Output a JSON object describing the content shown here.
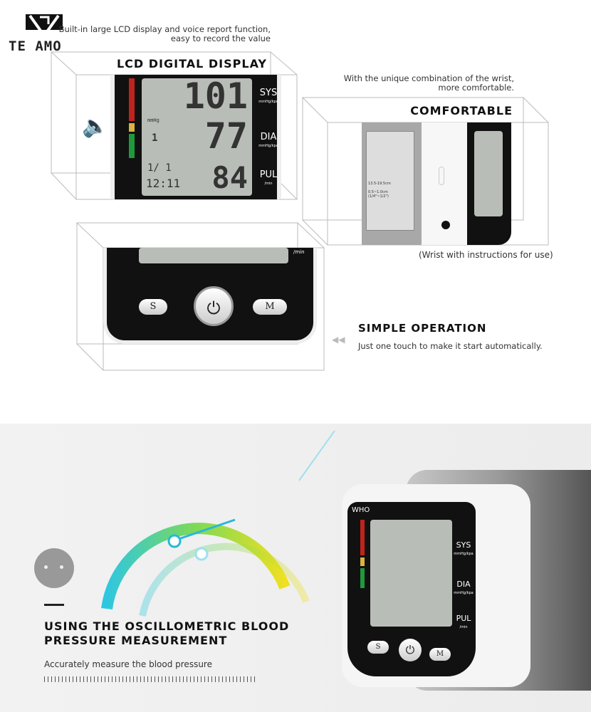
{
  "logo": {
    "text": "TE AMO"
  },
  "lcd_section": {
    "caption_line1": "Built-in large LCD display and voice report function,",
    "caption_line2": "easy to record the value",
    "heading": "LCD DIGITAL DISPLAY",
    "readings": {
      "sys": "101",
      "dia": "77",
      "pul": "84",
      "date": "1/ 1",
      "time": "12:11",
      "memory": "1",
      "unit": "mmHg"
    },
    "labels": {
      "sys": "SYS",
      "dia": "DIA",
      "pul": "PUL",
      "unit": "mmHg/kpa",
      "pul_unit": "/min"
    },
    "icon": "speaker-icon"
  },
  "comfort_section": {
    "caption_line1": "With the unique combination of the wrist,",
    "caption_line2": "more comfortable.",
    "heading": "COMFORTABLE",
    "footnote": "(Wrist with instructions for use)",
    "cuff_text1": "13.5-19.5cm",
    "cuff_text2": "0.5~1.0cm",
    "cuff_text3": "(1/4\"~1/2\")"
  },
  "operation_section": {
    "heading": "SIMPLE OPERATION",
    "text": "Just one touch to make it start automatically.",
    "buttons": {
      "s": "S",
      "power": "⏻",
      "m": "M"
    },
    "pul_unit": "/min"
  },
  "measurement_section": {
    "heading_line1": "USING THE OSCILLOMETRIC BLOOD",
    "heading_line2": "PRESSURE MEASUREMENT",
    "text": "Accurately measure the blood pressure",
    "device": {
      "brand": "WHO",
      "sys": "SYS",
      "dia": "DIA",
      "pul": "PUL",
      "unit": "mmHg/kpa",
      "pul_unit": "/min",
      "s": "S",
      "m": "M"
    }
  },
  "colors": {
    "red": "#c0231b",
    "yellow": "#d9b340",
    "green": "#1f9a3a",
    "gauge_start": "#2fc7e0",
    "gauge_end": "#f0e020"
  }
}
